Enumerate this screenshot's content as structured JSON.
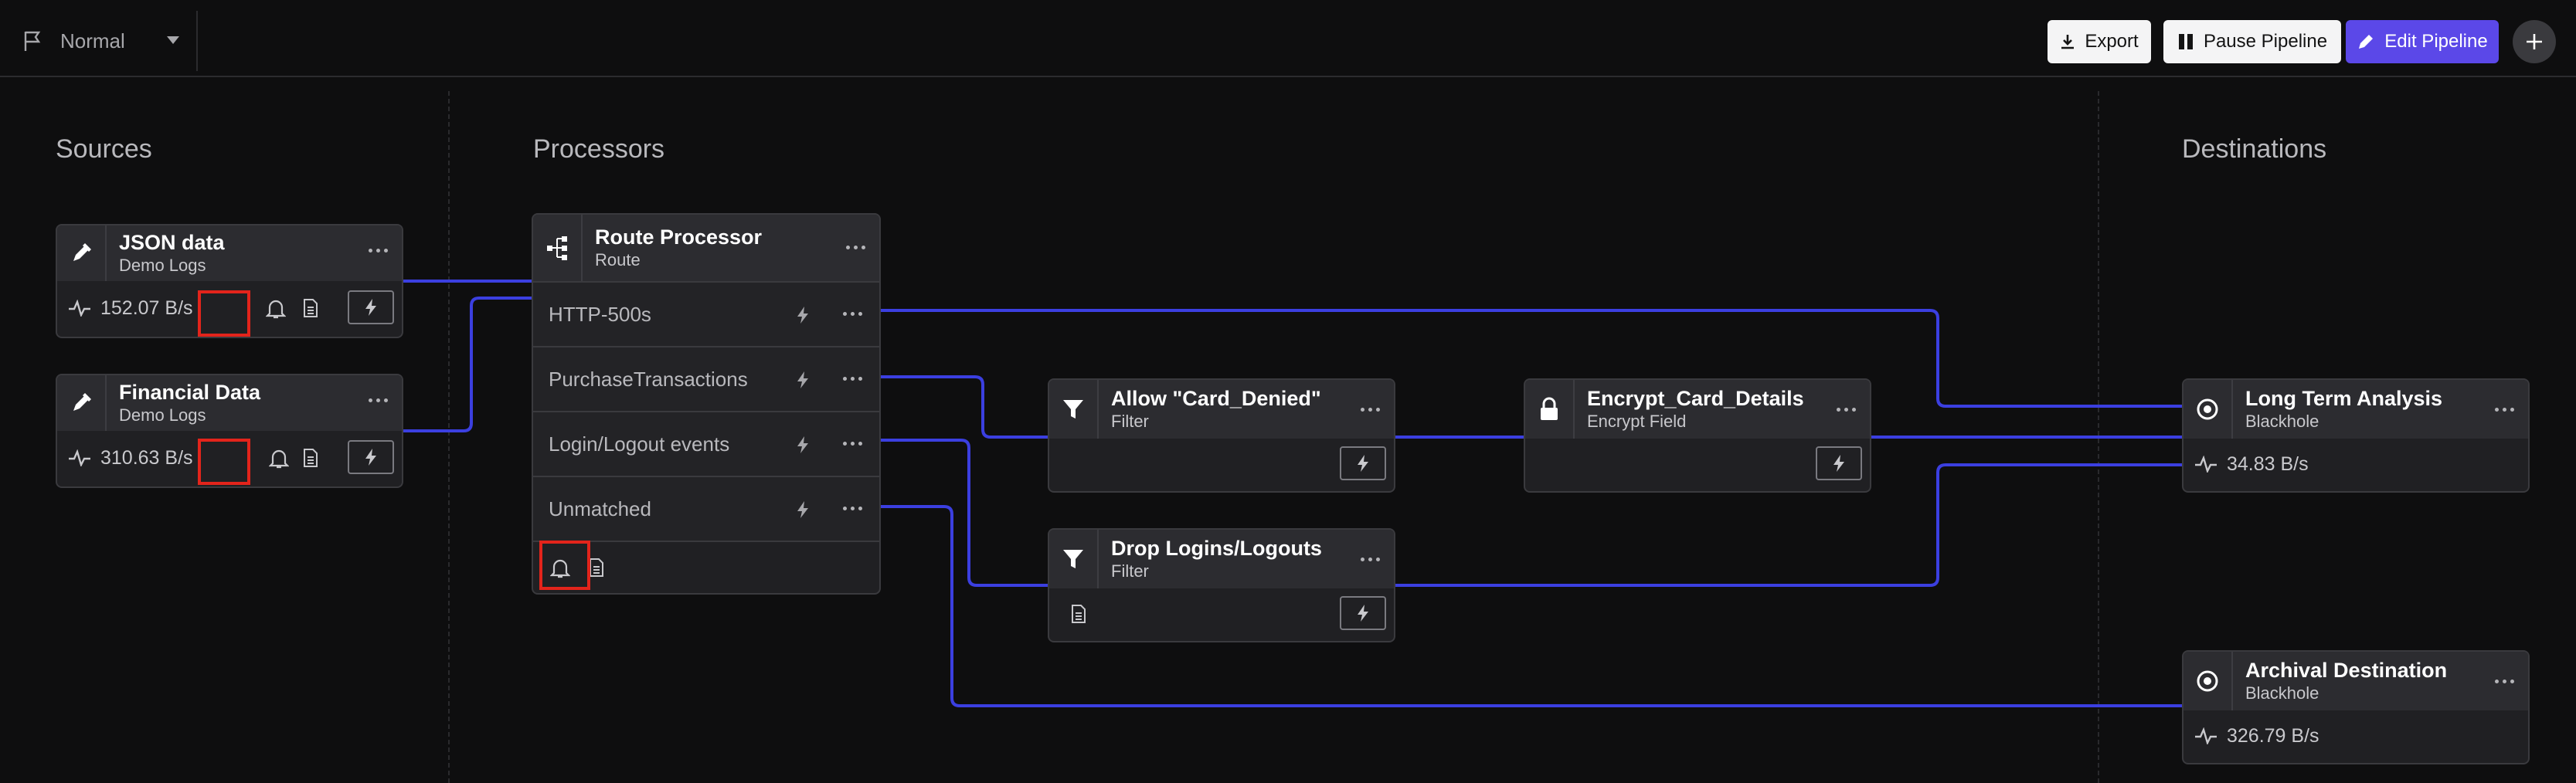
{
  "toolbar": {
    "environment": "Normal",
    "export_label": "Export",
    "pause_label": "Pause Pipeline",
    "edit_label": "Edit Pipeline"
  },
  "columns": {
    "sources": "Sources",
    "processors": "Processors",
    "destinations": "Destinations"
  },
  "sources": [
    {
      "name": "JSON data",
      "type": "Demo Logs",
      "rate": "152.07 B/s"
    },
    {
      "name": "Financial Data",
      "type": "Demo Logs",
      "rate": "310.63 B/s"
    }
  ],
  "route_processor": {
    "name": "Route Processor",
    "type": "Route",
    "routes": [
      "HTTP-500s",
      "PurchaseTransactions",
      "Login/Logout events",
      "Unmatched"
    ]
  },
  "filters": [
    {
      "name": "Allow \"Card_Denied\"",
      "type": "Filter"
    },
    {
      "name": "Drop Logins/Logouts",
      "type": "Filter"
    }
  ],
  "encrypt": {
    "name": "Encrypt_Card_Details",
    "type": "Encrypt Field"
  },
  "destinations": [
    {
      "name": "Long Term Analysis",
      "type": "Blackhole",
      "rate": "34.83 B/s"
    },
    {
      "name": "Archival Destination",
      "type": "Blackhole",
      "rate": "326.79 B/s"
    }
  ],
  "colors": {
    "edge": "#3b3fe0",
    "highlight": "#e3241b",
    "primary": "#5b48e8"
  },
  "icons": [
    "flag-icon",
    "chevron-down-icon",
    "download-icon",
    "pause-icon",
    "pencil-icon",
    "plus-icon",
    "eyedropper-icon",
    "pulse-icon",
    "bell-icon",
    "file-icon",
    "bolt-icon",
    "route-icon",
    "filter-icon",
    "lock-icon",
    "target-icon"
  ]
}
